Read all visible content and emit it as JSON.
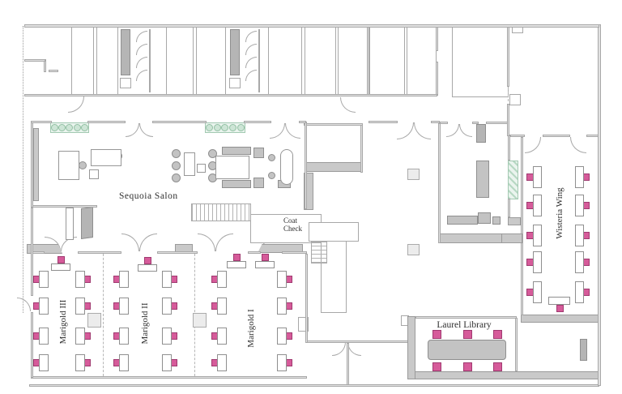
{
  "rooms": {
    "sequoia_salon": {
      "label": "Sequoia Salon"
    },
    "coat_check": {
      "label": "Coat Check"
    },
    "marigold_3": {
      "label": "Marigold III"
    },
    "marigold_2": {
      "label": "Marigold II"
    },
    "marigold_1": {
      "label": "Marigold I"
    },
    "wisteria_wing": {
      "label": "Wisteria Wing"
    },
    "laurel_library": {
      "label": "Laurel Library"
    }
  },
  "furniture": {
    "marigold_rows_per_column": 4,
    "marigold_columns": 2,
    "marigold_head_tables": {
      "marigold_3": 1,
      "marigold_2": 1,
      "marigold_1": 2
    },
    "wisteria_rows_per_column": 5,
    "wisteria_columns": 2,
    "wisteria_presenter_tables": 1,
    "laurel_table_chairs": 6,
    "planter_bubble_count": 5
  },
  "colors": {
    "chair_pink": "#d65b9a",
    "chair_pink_border": "#a03a70",
    "wall_gray": "#c9c9c9",
    "line_gray": "#a8a8a8",
    "furniture_gray": "#c3c3c3",
    "planter_green": "#cde5d6",
    "floor_white": "#ffffff",
    "label_text": "#2e2e2e"
  }
}
